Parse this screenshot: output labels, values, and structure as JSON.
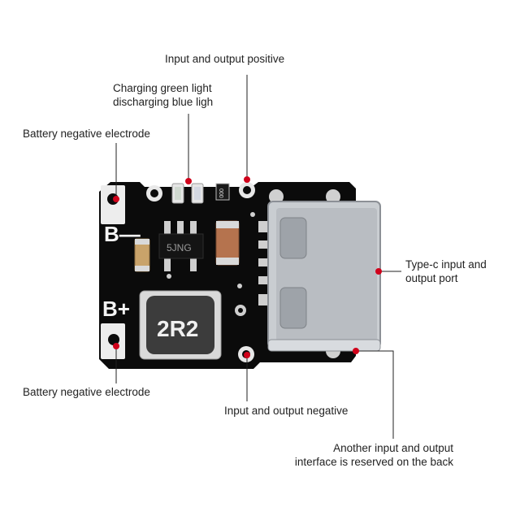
{
  "colors": {
    "board": "#0b0b0b",
    "marker": "#d0021b",
    "leader": "#222222",
    "pad": "#ededed",
    "metal": "#c9cdd1"
  },
  "annotations": {
    "input_output_positive": "Input and output positive",
    "charging_light_line1": "Charging green light",
    "charging_light_line2": "discharging blue ligh",
    "battery_negative_top": "Battery negative electrode",
    "type_c_line1": "Type-c input and",
    "type_c_line2": "output port",
    "battery_negative_bottom": "Battery negative electrode",
    "input_output_negative": "Input and output negative",
    "back_interface_line1": "Another input and output",
    "back_interface_line2": "interface is reserved on the back"
  },
  "silkscreen": {
    "b_minus": "B—",
    "b_plus": "B+",
    "inductor_marking": "2R2",
    "ic_marking": "5JNG",
    "resistor_marking": "000"
  }
}
